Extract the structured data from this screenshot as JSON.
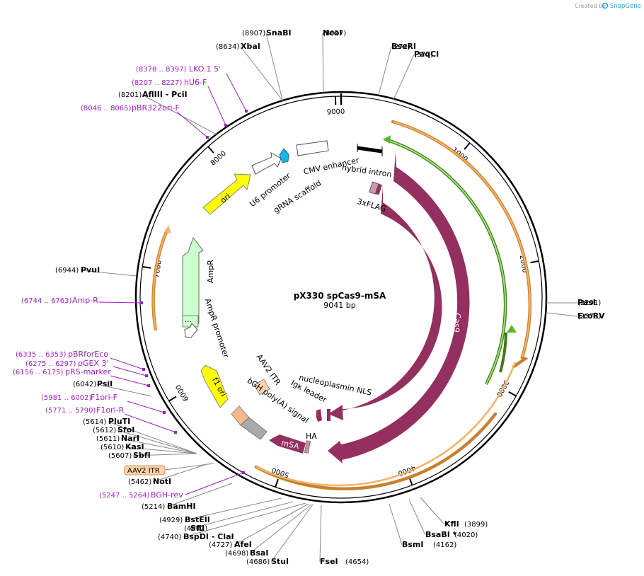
{
  "header": {
    "created_by": "Created by",
    "app_name": "SnapGene"
  },
  "plasmid": {
    "name": "pX330 spCas9-mSA",
    "length": "9041 bp",
    "total_bp": 9041
  },
  "ticks": [
    "1000",
    "2000",
    "3000",
    "4000",
    "5000",
    "6000",
    "7000",
    "8000",
    "9000"
  ],
  "sites": [
    {
      "name": "SnaBI",
      "pos": "(8907)"
    },
    {
      "name": "NcoI",
      "pos": "(8927)"
    },
    {
      "name": "XbaI",
      "pos": "(8634)"
    },
    {
      "name": "BseRI",
      "pos": "(272)"
    },
    {
      "name": "PaqCI",
      "pos": "(377)"
    },
    {
      "name": "AflIII  - PciI",
      "pos": "(8201)"
    },
    {
      "name": "PvuI",
      "pos": "(6944)"
    },
    {
      "name": "PasI",
      "pos": "(2291)"
    },
    {
      "name": "EcoRV",
      "pos": "(2375)"
    },
    {
      "name": "PsiI",
      "pos": "(6042)"
    },
    {
      "name": "PluTI",
      "pos": "(5614)"
    },
    {
      "name": "SfoI",
      "pos": "(5612)"
    },
    {
      "name": "NarI",
      "pos": "(5611)"
    },
    {
      "name": "KasI",
      "pos": "(5610)"
    },
    {
      "name": "SbfI",
      "pos": "(5607)"
    },
    {
      "name": "NotI",
      "pos": "(5462)"
    },
    {
      "name": "BamHI",
      "pos": "(5214)"
    },
    {
      "name": "BstEII",
      "pos": "(4929)"
    },
    {
      "name": "SfiI",
      "pos": "(4842)"
    },
    {
      "name": "BspDI  - ClaI",
      "pos": "(4740)"
    },
    {
      "name": "AfeI",
      "pos": "(4727)"
    },
    {
      "name": "BsaI",
      "pos": "(4698)"
    },
    {
      "name": "StuI",
      "pos": "(4686)"
    },
    {
      "name": "FseI",
      "pos": "(4654)"
    },
    {
      "name": "KflI",
      "pos": "(3899)"
    },
    {
      "name": "BsaBI *",
      "pos": "(4020)"
    },
    {
      "name": "BsmI",
      "pos": "(4162)"
    }
  ],
  "primers": [
    {
      "name": "LKO.1 5'",
      "pos": "(8378 .. 8397)"
    },
    {
      "name": "hU6-F",
      "pos": "(8207 .. 8227)"
    },
    {
      "name": "pBR322ori-F",
      "pos": "(8046 .. 8065)"
    },
    {
      "name": "Amp-R",
      "pos": "(6744 .. 6763)"
    },
    {
      "name": "pBRforEco",
      "pos": "(6335 .. 6353)"
    },
    {
      "name": "pGEX 3'",
      "pos": "(6275 .. 6297)"
    },
    {
      "name": "pRS-marker",
      "pos": "(6156 .. 6175)"
    },
    {
      "name": "F1ori-F",
      "pos": "(5981 .. 6002)"
    },
    {
      "name": "F1ori-R",
      "pos": "(5771 .. 5790)"
    },
    {
      "name": "BGH-rev",
      "pos": "(5247 .. 5264)"
    }
  ],
  "features": {
    "cmv": "CMV enhancer",
    "hybrid_intron": "hybrid intron",
    "u6": "U6 promoter",
    "grna": "gRNA scaffold",
    "flag": "3xFLAG",
    "ori": "ori",
    "ampr": "AmpR",
    "ampr_promoter": "AmpR promoter",
    "cas9_inner": "Cas9",
    "cas9_outer": "Cas9",
    "aav2_itr": "AAV2 ITR",
    "f1_ori": "f1 ori",
    "nls": "nucleoplasmin NLS",
    "igk": "Igκ leader",
    "bgh": "bGH poly(A) signal",
    "ha": "HA",
    "msa": "mSA",
    "aav2_itr_box": "AAV2 ITR",
    "ellipsis": "..."
  },
  "colors": {
    "cas9": "#93305f",
    "flag": "#c79aa8",
    "ori": "#ffff00",
    "ampr": "#ccffcc",
    "aav2": "#ffd3a8",
    "orf_orange": "#f5b26b",
    "orf_green": "#5ab52a",
    "grna": "#1ab4e8",
    "primer": "#a020c0",
    "bgh": "#a8aaae"
  }
}
